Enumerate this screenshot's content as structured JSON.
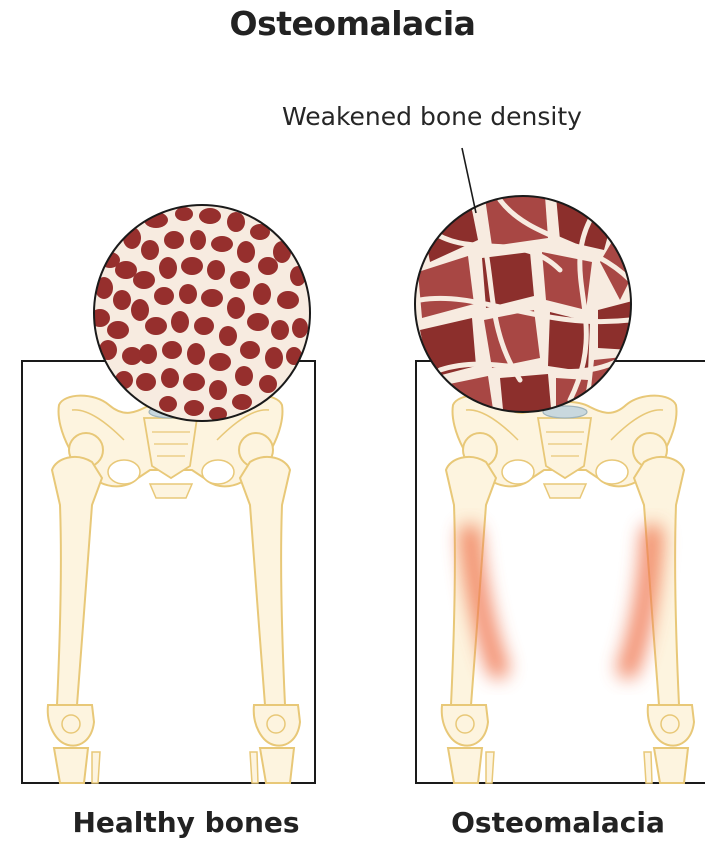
{
  "title": "Osteomalacia",
  "annotation": "Weakened bone density",
  "panels": [
    {
      "caption": "Healthy bones"
    },
    {
      "caption": "Osteomalacia"
    }
  ],
  "colors": {
    "bone_fill": "#fdf4df",
    "bone_outline": "#e8c878",
    "trabecular_bone": "#f7ebe0",
    "marrow_dark": "#8c2f2c",
    "marrow_mid": "#a84744",
    "weakness_glow": "#f07a55",
    "disc": "#c9d8de",
    "frame": "#1a1a1a"
  }
}
